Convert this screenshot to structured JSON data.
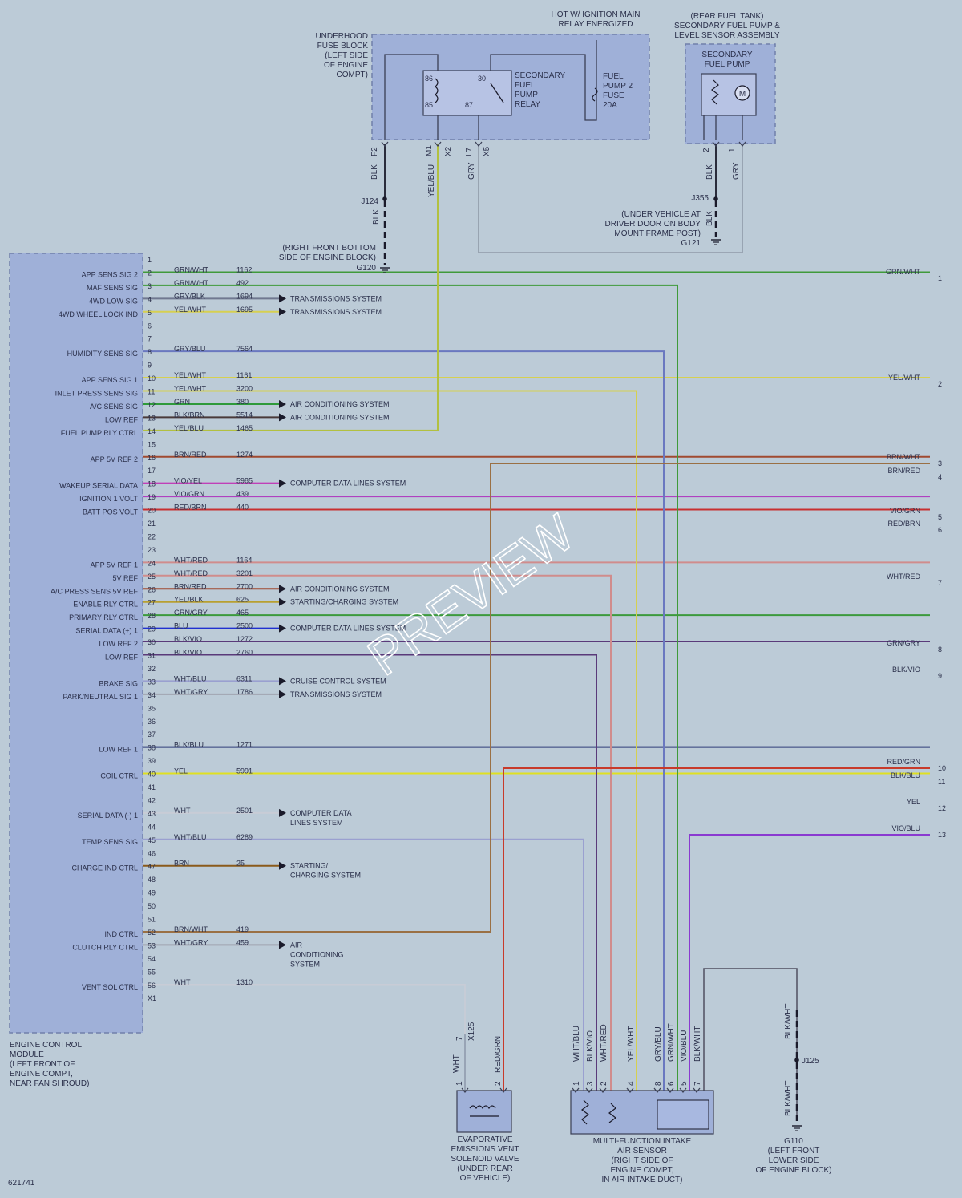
{
  "diagram_id": "621741",
  "watermark": "PREVIEW",
  "ecm": {
    "label": [
      "ENGINE CONTROL",
      "MODULE",
      "(LEFT FRONT OF",
      "ENGINE COMPT,",
      "NEAR FAN SHROUD)"
    ],
    "pins": [
      {
        "pin": "1"
      },
      {
        "pin": "2",
        "signal": "APP SENS SIG 2",
        "color": "GRN/WHT",
        "circuit": "1162",
        "dest_id": "1",
        "dest_color": "GRN/WHT"
      },
      {
        "pin": "3",
        "signal": "MAF SENS SIG",
        "color": "GRN/WHT",
        "circuit": "492"
      },
      {
        "pin": "4",
        "signal": "4WD LOW SIG",
        "color": "GRY/BLK",
        "circuit": "1694",
        "system": "TRANSMISSIONS SYSTEM"
      },
      {
        "pin": "5",
        "signal": "4WD WHEEL LOCK IND",
        "color": "YEL/WHT",
        "circuit": "1695",
        "system": "TRANSMISSIONS SYSTEM"
      },
      {
        "pin": "6"
      },
      {
        "pin": "7"
      },
      {
        "pin": "8",
        "signal": "HUMIDITY SENS SIG",
        "color": "GRY/BLU",
        "circuit": "7564"
      },
      {
        "pin": "9"
      },
      {
        "pin": "10",
        "signal": "APP SENS SIG 1",
        "color": "YEL/WHT",
        "circuit": "1161",
        "dest_id": "2",
        "dest_color": "YEL/WHT"
      },
      {
        "pin": "11",
        "signal": "INLET PRESS SENS SIG",
        "color": "YEL/WHT",
        "circuit": "3200"
      },
      {
        "pin": "12",
        "signal": "A/C SENS SIG",
        "color": "GRN",
        "circuit": "380",
        "system": "AIR CONDITIONING SYSTEM"
      },
      {
        "pin": "13",
        "signal": "LOW REF",
        "color": "BLK/BRN",
        "circuit": "5514",
        "system": "AIR CONDITIONING SYSTEM"
      },
      {
        "pin": "14",
        "signal": "FUEL PUMP RLY CTRL",
        "color": "YEL/BLU",
        "circuit": "1465"
      },
      {
        "pin": "15",
        "dest_id": "3",
        "dest_color": "BRN/WHT"
      },
      {
        "pin": "16",
        "signal": "APP 5V REF 2",
        "color": "BRN/RED",
        "circuit": "1274",
        "dest_id": "4",
        "dest_color": "BRN/RED"
      },
      {
        "pin": "17"
      },
      {
        "pin": "18",
        "signal": "WAKEUP SERIAL DATA",
        "color": "VIO/YEL",
        "circuit": "5985",
        "system": "COMPUTER DATA LINES SYSTEM"
      },
      {
        "pin": "19",
        "signal": "IGNITION 1 VOLT",
        "color": "VIO/GRN",
        "circuit": "439",
        "dest_id": "5",
        "dest_color": "VIO/GRN"
      },
      {
        "pin": "20",
        "signal": "BATT POS VOLT",
        "color": "RED/BRN",
        "circuit": "440",
        "dest_id": "6",
        "dest_color": "RED/BRN"
      },
      {
        "pin": "21"
      },
      {
        "pin": "22"
      },
      {
        "pin": "23"
      },
      {
        "pin": "24",
        "signal": "APP 5V REF 1",
        "color": "WHT/RED",
        "circuit": "1164",
        "dest_id": "7",
        "dest_color": "WHT/RED"
      },
      {
        "pin": "25",
        "signal": "5V REF",
        "color": "WHT/RED",
        "circuit": "3201"
      },
      {
        "pin": "26",
        "signal": "A/C PRESS SENS 5V REF",
        "color": "BRN/RED",
        "circuit": "2700",
        "system": "AIR CONDITIONING SYSTEM"
      },
      {
        "pin": "27",
        "signal": "ENABLE RLY CTRL",
        "color": "YEL/BLK",
        "circuit": "625",
        "system": "STARTING/CHARGING SYSTEM"
      },
      {
        "pin": "28",
        "signal": "PRIMARY RLY CTRL",
        "color": "GRN/GRY",
        "circuit": "465",
        "dest_id": "8",
        "dest_color": "GRN/GRY"
      },
      {
        "pin": "29",
        "signal": "SERIAL DATA (+) 1",
        "color": "BLU",
        "circuit": "2500",
        "system": "COMPUTER DATA LINES SYSTEM"
      },
      {
        "pin": "30",
        "signal": "LOW REF 2",
        "color": "BLK/VIO",
        "circuit": "1272",
        "dest_id": "9",
        "dest_color": "BLK/VIO"
      },
      {
        "pin": "31",
        "signal": "LOW REF",
        "color": "BLK/VIO",
        "circuit": "2760"
      },
      {
        "pin": "32"
      },
      {
        "pin": "33",
        "signal": "BRAKE SIG",
        "color": "WHT/BLU",
        "circuit": "6311",
        "system": "CRUISE CONTROL SYSTEM"
      },
      {
        "pin": "34",
        "signal": "PARK/NEUTRAL SIG 1",
        "color": "WHT/GRY",
        "circuit": "1786",
        "system": "TRANSMISSIONS SYSTEM"
      },
      {
        "pin": "35"
      },
      {
        "pin": "36"
      },
      {
        "pin": "37",
        "dest_id": "10",
        "dest_color": "RED/GRN"
      },
      {
        "pin": "38",
        "signal": "LOW REF 1",
        "color": "BLK/BLU",
        "circuit": "1271",
        "dest_id": "11",
        "dest_color": "BLK/BLU"
      },
      {
        "pin": "39"
      },
      {
        "pin": "40",
        "signal": "COIL CTRL",
        "color": "YEL",
        "circuit": "5991",
        "dest_id": "12",
        "dest_color": "YEL"
      },
      {
        "pin": "41",
        "dest_id": "13",
        "dest_color": "VIO/BLU"
      },
      {
        "pin": "42"
      },
      {
        "pin": "43",
        "signal": "SERIAL DATA (-) 1",
        "color": "WHT",
        "circuit": "2501",
        "system": "COMPUTER DATA\nLINES SYSTEM"
      },
      {
        "pin": "44"
      },
      {
        "pin": "45",
        "signal": "TEMP SENS SIG",
        "color": "WHT/BLU",
        "circuit": "6289"
      },
      {
        "pin": "46"
      },
      {
        "pin": "47",
        "signal": "CHARGE IND CTRL",
        "color": "BRN",
        "circuit": "25",
        "system": "STARTING/\nCHARGING SYSTEM"
      },
      {
        "pin": "48"
      },
      {
        "pin": "49"
      },
      {
        "pin": "50"
      },
      {
        "pin": "51"
      },
      {
        "pin": "52",
        "signal": "IND CTRL",
        "color": "BRN/WHT",
        "circuit": "419"
      },
      {
        "pin": "53",
        "signal": "CLUTCH RLY CTRL",
        "color": "WHT/GRY",
        "circuit": "459",
        "system": "AIR\nCONDITIONING\nSYSTEM"
      },
      {
        "pin": "54"
      },
      {
        "pin": "55"
      },
      {
        "pin": "56",
        "signal": "VENT SOL CTRL",
        "color": "WHT",
        "circuit": "1310"
      },
      {
        "pin": "X1"
      }
    ]
  },
  "fuse_block": {
    "label": [
      "UNDERHOOD",
      "FUSE BLOCK",
      "(LEFT SIDE",
      "OF ENGINE",
      "COMPT)"
    ],
    "hot_label": [
      "HOT W/ IGNITION MAIN",
      "RELAY ENERGIZED"
    ],
    "relay_label": [
      "SECONDARY",
      "FUEL",
      "PUMP",
      "RELAY"
    ],
    "relay_pins": [
      "86",
      "85",
      "30",
      "87"
    ],
    "fuse_label": [
      "FUEL",
      "PUMP 2",
      "FUSE",
      "20A"
    ],
    "terminals": [
      {
        "pin": "F2",
        "wire": "BLK"
      },
      {
        "pin": "M1",
        "conn": "X2",
        "wire": "YEL/BLU"
      },
      {
        "pin": "L7",
        "conn": "X5",
        "wire": "GRY"
      }
    ]
  },
  "fuel_pump": {
    "assembly_label": [
      "(REAR FUEL TANK)",
      "SECONDARY FUEL PUMP &",
      "LEVEL SENSOR ASSEMBLY"
    ],
    "label": [
      "SECONDARY",
      "FUEL PUMP"
    ],
    "motor": "M",
    "terminals": [
      {
        "pin": "2",
        "wire": "BLK"
      },
      {
        "pin": "1",
        "wire": "GRY"
      }
    ]
  },
  "splices": {
    "j124": "J124",
    "j124_wire": "BLK",
    "g120": "G120",
    "g120_label": [
      "(RIGHT FRONT BOTTOM",
      "SIDE OF ENGINE BLOCK)"
    ],
    "j355": "J355",
    "j355_wire": "BLK",
    "g121": "G121",
    "g121_label": [
      "(UNDER VEHICLE AT",
      "DRIVER DOOR ON BODY",
      "MOUNT FRAME POST)"
    ],
    "j125": "J125",
    "j125_wire_top": "BLK/WHT",
    "j125_wire_bottom": "BLK/WHT",
    "g110": "G110",
    "g110_label": [
      "(LEFT FRONT",
      "LOWER SIDE",
      "OF ENGINE BLOCK)"
    ]
  },
  "evap_valve": {
    "label": [
      "EVAPORATIVE",
      "EMISSIONS VENT",
      "SOLENOID VALVE",
      "(UNDER REAR",
      "OF VEHICLE)"
    ],
    "conn": "X125",
    "conn_pin": "7",
    "conn_wire": "WHT",
    "terminals": [
      {
        "pin": "1",
        "wire": "WHT"
      },
      {
        "pin": "2",
        "wire": "RED/GRN"
      }
    ]
  },
  "maf_sensor": {
    "label": [
      "MULTI-FUNCTION INTAKE",
      "AIR SENSOR",
      "(RIGHT SIDE OF",
      "ENGINE COMPT,",
      "IN AIR INTAKE DUCT)"
    ],
    "terminals": [
      {
        "pin": "1",
        "wire": "WHT/BLU"
      },
      {
        "pin": "3",
        "wire": "BLK/VIO"
      },
      {
        "pin": "2",
        "wire": "WHT/RED"
      },
      {
        "pin": "4",
        "wire": "YEL/WHT"
      },
      {
        "pin": "8",
        "wire": "GRY/BLU"
      },
      {
        "pin": "6",
        "wire": "GRN/WHT"
      },
      {
        "pin": "5",
        "wire": "VIO/BLU"
      },
      {
        "pin": "7",
        "wire": "BLK/WHT"
      }
    ]
  }
}
